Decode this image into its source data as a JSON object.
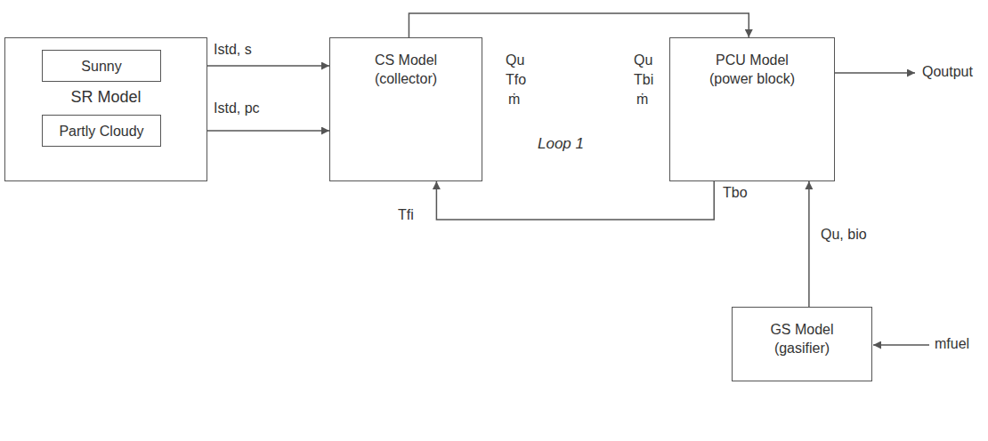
{
  "diagram": {
    "nodes": [
      {
        "text": [
          "SR Model"
        ]
      },
      {
        "text": [
          "Sunny"
        ],
        "in": 0
      },
      {
        "text": [
          "Partly Cloudy"
        ],
        "in": 0
      },
      {
        "text": [
          "CS Model",
          "(collector)"
        ]
      },
      {
        "text": [
          "PCU Model",
          "(power block)"
        ]
      },
      {
        "text": [
          "GS Model",
          "(gasifier)"
        ]
      }
    ],
    "edges": [
      {
        "from": 1,
        "to": 3,
        "arrow": "to",
        "label": "Istd, s"
      },
      {
        "from": 2,
        "to": 3,
        "arrow": "to",
        "label": "Istd, pc"
      },
      {
        "from": 3,
        "to": 4,
        "arrow": "to"
      },
      {
        "from": 4,
        "to": 3,
        "arrow": "to"
      },
      {
        "from": 5,
        "to": 4,
        "arrow": "to",
        "label": "Qu, bio"
      }
    ],
    "labels": [
      "Qu",
      "Tfo",
      "ṁ",
      "Qu",
      "Tbi",
      "ṁ",
      "Loop 1",
      "Tfi",
      "Tbo",
      "Qoutput",
      "mfuel"
    ]
  }
}
